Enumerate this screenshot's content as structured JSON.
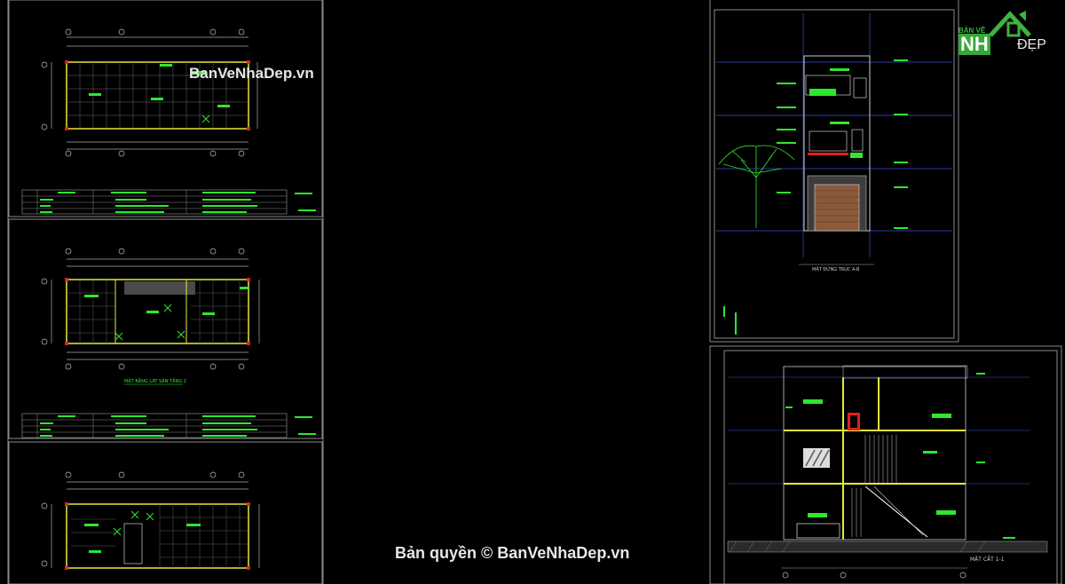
{
  "watermark_top": "BanVeNhaDep.vn",
  "watermark_bottom": "Bản quyền © BanVeNhaDep.vn",
  "logo": {
    "small": "BẢN VẼ",
    "main": "NH",
    "tail": "ĐẸP"
  },
  "sheet2_caption": "MẶT BẰNG LÁT SÀN TẦNG 2",
  "elevation_caption": "MẶT ĐỨNG TRỤC A-B",
  "section_caption": "MẶT CẮT 1-1",
  "colors": {
    "line": "#8a8a8a",
    "wall": "#e8e83a",
    "green": "#2ee82e",
    "blue": "#3b4fd8",
    "red": "#e02020",
    "grid": "#5a5a5a"
  }
}
